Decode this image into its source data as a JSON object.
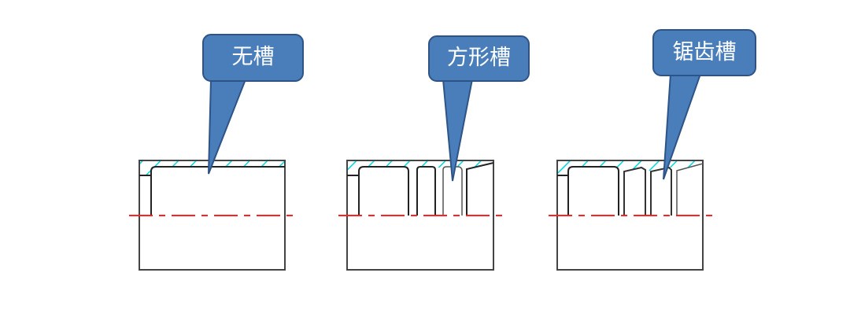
{
  "callouts": [
    {
      "label": "无槽"
    },
    {
      "label": "方形槽"
    },
    {
      "label": "锯齿槽"
    }
  ],
  "colors": {
    "callout_fill": "#4a7ebb",
    "callout_stroke": "#2e5487",
    "hatch": "#00d8e0",
    "centerline": "#ff0000",
    "outline": "#222222"
  }
}
